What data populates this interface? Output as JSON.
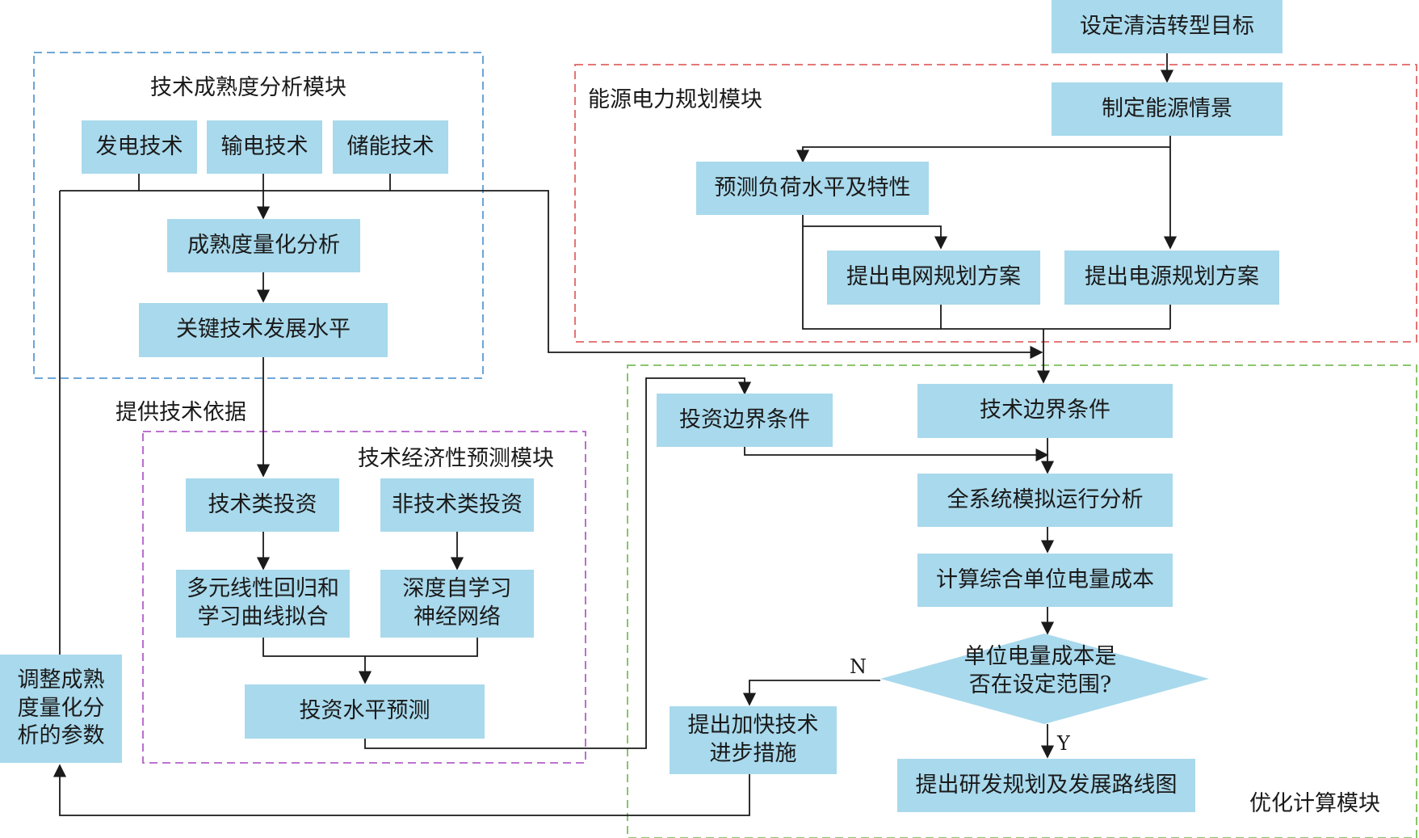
{
  "modules": {
    "tech_maturity": "技术成熟度分析模块",
    "energy_planning": "能源电力规划模块",
    "economic_forecast": "技术经济性预测模块",
    "optimization": "优化计算模块"
  },
  "nodes": {
    "gen_tech": "发电技术",
    "trans_tech": "输电技术",
    "storage_tech": "储能技术",
    "maturity_quant": "成熟度量化分析",
    "key_tech_level": "关键技术发展水平",
    "set_target": "设定清洁转型目标",
    "energy_scenario": "制定能源情景",
    "load_forecast": "预测负荷水平及特性",
    "grid_plan": "提出电网规划方案",
    "power_plan": "提出电源规划方案",
    "tech_invest": "技术类投资",
    "nontech_invest": "非技术类投资",
    "mlr_line1": "多元线性回归和",
    "mlr_line2": "学习曲线拟合",
    "dnn_line1": "深度自学习",
    "dnn_line2": "神经网络",
    "invest_forecast": "投资水平预测",
    "adjust_line1": "调整成熟",
    "adjust_line2": "度量化分",
    "adjust_line3": "析的参数",
    "invest_boundary": "投资边界条件",
    "tech_boundary": "技术边界条件",
    "system_sim": "全系统模拟运行分析",
    "unit_cost": "计算综合单位电量成本",
    "decision_line1": "单位电量成本是",
    "decision_line2": "否在设定范围?",
    "accelerate_line1": "提出加快技术",
    "accelerate_line2": "进步措施",
    "roadmap": "提出研发规划及发展路线图"
  },
  "labels": {
    "tech_basis": "提供技术依据",
    "no": "N",
    "yes": "Y"
  },
  "colors": {
    "node_fill": "#a9d9ec",
    "module_blue": "#5b9bd5",
    "module_red": "#e06666",
    "module_purple": "#b25fc9",
    "module_green": "#7cbf5a",
    "line": "#1a1a1a"
  }
}
